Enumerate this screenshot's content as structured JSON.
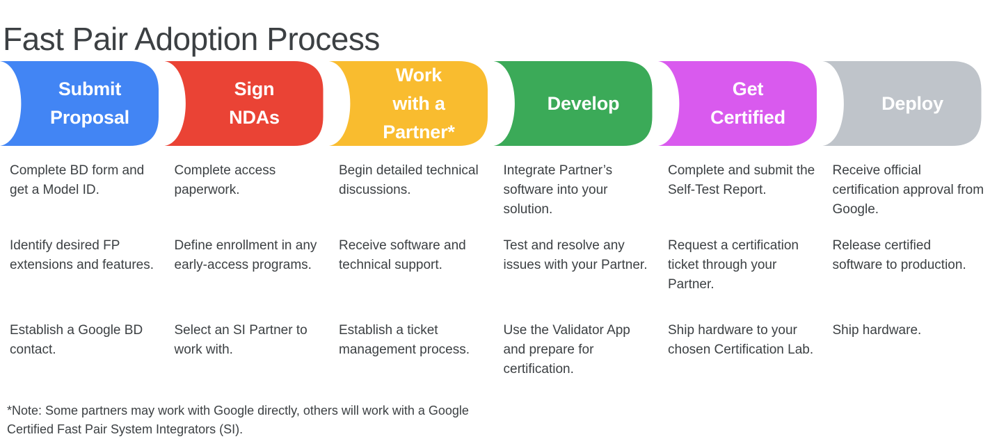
{
  "title": "Fast Pair Adoption Process",
  "stages": [
    {
      "label": "Submit\nProposal",
      "color": "#4285F4",
      "name": "submit-proposal",
      "bullets": [
        "Complete BD form and get a Model ID.",
        "Identify desired FP extensions and features.",
        "Establish a Google BD contact."
      ]
    },
    {
      "label": "Sign\nNDAs",
      "color": "#EA4335",
      "name": "sign-ndas",
      "bullets": [
        "Complete access paperwork.",
        "Define enrollment in any early-access programs.",
        "Select an SI Partner to work with."
      ]
    },
    {
      "label": "Work\nwith a\nPartner*",
      "color": "#F9BC2F",
      "name": "work-with-a-partner",
      "bullets": [
        "Begin detailed technical discussions.",
        "Receive software and technical support.",
        "Establish a ticket management process."
      ]
    },
    {
      "label": "Develop",
      "color": "#3BAA58",
      "name": "develop",
      "bullets": [
        "Integrate Partner’s software into your solution.",
        "Test and resolve any issues with your Partner.",
        "Use the Validator App and prepare for certification."
      ]
    },
    {
      "label": "Get\nCertified",
      "color": "#D95AEE",
      "name": "get-certified",
      "bullets": [
        "Complete and submit the Self-Test Report.",
        "Request a certification ticket through your Partner.",
        "Ship hardware to your chosen Certification Lab."
      ]
    },
    {
      "label": "Deploy",
      "color": "#BFC4CA",
      "name": "deploy",
      "bullets": [
        "Receive official certification approval from Google.",
        "Release certified software to production.",
        "Ship hardware."
      ]
    }
  ],
  "footnote": "*Note: Some partners may work with Google directly, others will work with a Google Certified Fast Pair System Integrators (SI).",
  "colors": {
    "blue": "#4285F4",
    "red": "#EA4335",
    "yellow": "#F9BC2F",
    "green": "#3BAA58",
    "magenta": "#D95AEE",
    "gray": "#BFC4CA",
    "text": "#3c4043",
    "background": "#ffffff"
  }
}
